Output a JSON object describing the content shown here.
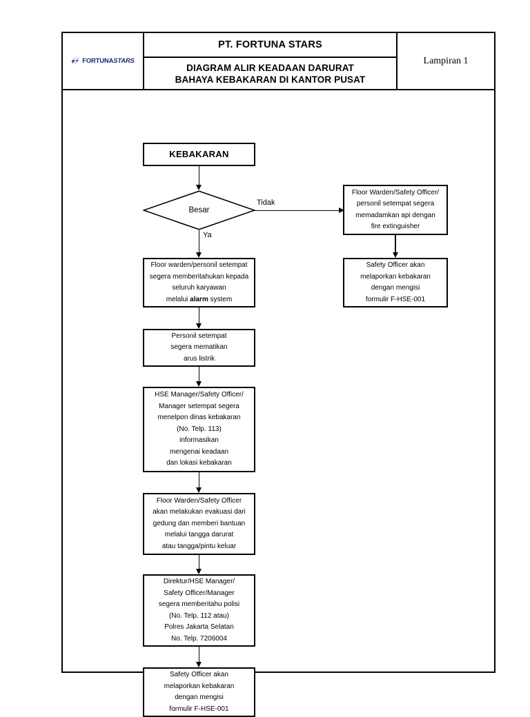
{
  "header": {
    "logo": {
      "icon": "flame-bolt-logo-icon",
      "text_bold": "FORTUNA",
      "text_italic": "STARS",
      "color": "#18267a"
    },
    "company_name": "PT. FORTUNA STARS",
    "title_line_1": "DIAGRAM ALIR KEADAAN DARURAT",
    "title_line_2": "BAHAYA KEBAKARAN DI KANTOR PUSAT",
    "attachment_label": "Lampiran 1"
  },
  "flowchart": {
    "start": {
      "label": "KEBAKARAN"
    },
    "decision": {
      "label": "Besar",
      "branch_yes": "Ya",
      "branch_no": "Tidak"
    },
    "main_nodes": [
      {
        "name": "notify-employees",
        "lines": [
          "Floor warden/personil setempat",
          "segera memberitahukan kepada",
          "seluruh karyawan",
          "melalui <b>alarm</b> system"
        ]
      },
      {
        "name": "cut-electricity",
        "lines": [
          "Personil setempat",
          "segera mematikan",
          "arus listrik"
        ]
      },
      {
        "name": "call-fire-department",
        "lines": [
          "HSE Manager/Safety Officer/",
          "Manager setempat segera",
          "menelpon dinas kebakaran",
          "(No. Telp. 113)",
          "informasikan",
          "mengenai keadaan",
          "dan lokasi kebakaran"
        ]
      },
      {
        "name": "evacuate-building",
        "lines": [
          "Floor Warden/Safety Officer",
          "akan melakukan evakuasi dari",
          "gedung dan memberi bantuan",
          "melalui tangga darurat",
          "atau tangga/pintu keluar"
        ]
      },
      {
        "name": "notify-police",
        "lines": [
          "Direktur/HSE Manager/",
          "Safety Officer/Manager",
          "segera memberitahu polisi",
          "(No. Telp. 112 atau)",
          "Polres Jakarta Selatan",
          "No. Telp. 7206004"
        ]
      },
      {
        "name": "report-fire-main",
        "lines": [
          "Safety Officer akan",
          "melaporkan kebakaran",
          "dengan mengisi",
          "formulir F-HSE-001"
        ]
      }
    ],
    "side_nodes": [
      {
        "name": "extinguish-fire",
        "lines": [
          "Floor Warden/Safety Officer/",
          "personil setempat segera",
          "memadamkan api dengan",
          "fire extinguisher"
        ]
      },
      {
        "name": "report-fire-side",
        "lines": [
          "Safety Officer akan",
          "melaporkan kebakaran",
          "dengan mengisi",
          "formulir F-HSE-001"
        ]
      }
    ]
  }
}
